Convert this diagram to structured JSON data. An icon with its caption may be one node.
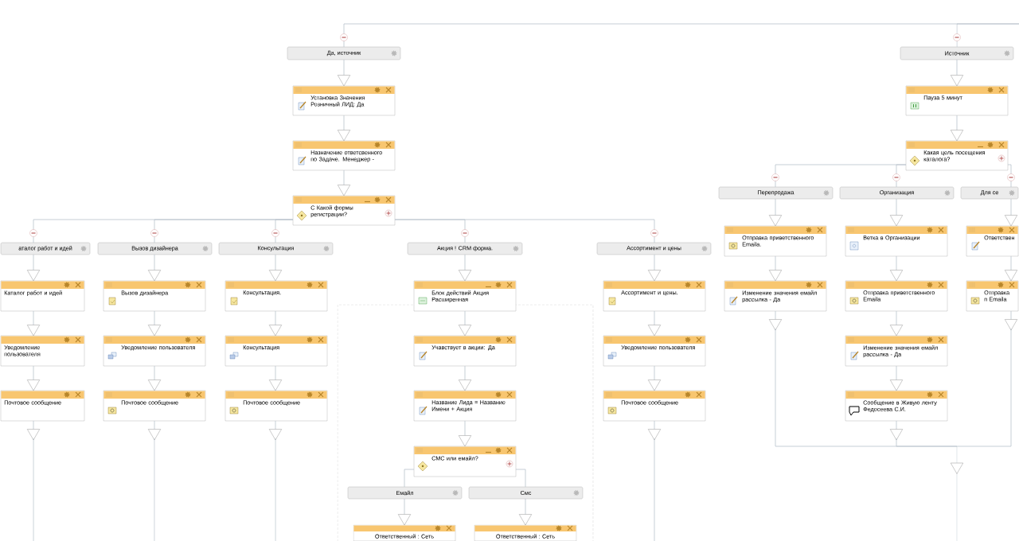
{
  "diagram": {
    "nodes": [
      {
        "text": [
          "Да, источник"
        ]
      },
      {
        "text": [
          "Установка Значения Розничный ЛИД: Да"
        ]
      },
      {
        "text": [
          "Назначение ответсвенного по Задаче. Менеджер -"
        ]
      },
      {
        "text": [
          "С Какой формы регистрации?"
        ]
      },
      {
        "text": [
          "аталог работ и идей"
        ]
      },
      {
        "text": [
          "Вызов дизайнера"
        ]
      },
      {
        "text": [
          "Консультация"
        ]
      },
      {
        "text": [
          "Акция ! CRM форма."
        ]
      },
      {
        "text": [
          "Ассортимент и цены"
        ]
      },
      {
        "text": [
          "Каталог работ и идей"
        ]
      },
      {
        "text": [
          "Уведомление пользователя"
        ]
      },
      {
        "text": [
          "Почтовое сообщение"
        ]
      },
      {
        "text": [
          "Вызов дизайнера"
        ]
      },
      {
        "text": [
          "Уведомление пользователя"
        ]
      },
      {
        "text": [
          "Почтовое сообщение"
        ]
      },
      {
        "text": [
          "Консультация."
        ]
      },
      {
        "text": [
          "Консультация"
        ]
      },
      {
        "text": [
          "Почтовое сообщение"
        ]
      },
      {
        "text": [
          "Блок действий Акция Расширенная"
        ]
      },
      {
        "text": [
          "Учавствует в акции: Да"
        ]
      },
      {
        "text": [
          "Название Лида = Название Имени + Акция"
        ]
      },
      {
        "text": [
          "СМС или емайл?"
        ]
      },
      {
        "text": [
          "Емайл"
        ]
      },
      {
        "text": [
          "Смс"
        ]
      },
      {
        "text": [
          "Ответственный : Сеть"
        ]
      },
      {
        "text": [
          "Ответственный : Сеть"
        ]
      },
      {
        "text": [
          "Ассортимент и цены."
        ]
      },
      {
        "text": [
          "Уведомление пользователя"
        ]
      },
      {
        "text": [
          "Почтовое сообщение"
        ]
      },
      {
        "text": [
          "Источник"
        ]
      },
      {
        "text": [
          "Пауза 5 минут"
        ]
      },
      {
        "text": [
          "Какая цель посещения каталога?"
        ]
      },
      {
        "text": [
          "Перепродажа"
        ]
      },
      {
        "text": [
          "Организация"
        ]
      },
      {
        "text": [
          "Для се"
        ]
      },
      {
        "text": [
          "Отправка приветственного Emaila."
        ]
      },
      {
        "text": [
          "Изменение значения емайл рассылка - Да"
        ]
      },
      {
        "text": [
          "Ветка в Организации"
        ]
      },
      {
        "text": [
          "Отправка приветственного Emaila"
        ]
      },
      {
        "text": [
          "Изменение значения емайл рассылка - Да"
        ]
      },
      {
        "text": [
          "Сообщение в Живую ленту Федосеева С.И."
        ]
      },
      {
        "text": [
          "Ответствен"
        ]
      },
      {
        "text": [
          "Отправка п Emaila"
        ]
      }
    ],
    "edges": [
      {
        "from": null,
        "to": 0,
        "arrow": "none"
      },
      {
        "from": null,
        "to": 29,
        "arrow": "none"
      },
      {
        "from": 0,
        "to": 1,
        "arrow": "to"
      },
      {
        "from": 1,
        "to": 2,
        "arrow": "to"
      },
      {
        "from": 2,
        "to": 3,
        "arrow": "to"
      },
      {
        "from": 3,
        "to": 4,
        "arrow": "none"
      },
      {
        "from": 3,
        "to": 5,
        "arrow": "none"
      },
      {
        "from": 3,
        "to": 6,
        "arrow": "none"
      },
      {
        "from": 3,
        "to": 7,
        "arrow": "none"
      },
      {
        "from": 3,
        "to": 8,
        "arrow": "none"
      },
      {
        "from": 4,
        "to": 9,
        "arrow": "to"
      },
      {
        "from": 9,
        "to": 10,
        "arrow": "to"
      },
      {
        "from": 10,
        "to": 11,
        "arrow": "to"
      },
      {
        "from": 11,
        "to": null,
        "arrow": "to"
      },
      {
        "from": 5,
        "to": 12,
        "arrow": "to"
      },
      {
        "from": 12,
        "to": 13,
        "arrow": "to"
      },
      {
        "from": 13,
        "to": 14,
        "arrow": "to"
      },
      {
        "from": 14,
        "to": null,
        "arrow": "to"
      },
      {
        "from": 6,
        "to": 15,
        "arrow": "to"
      },
      {
        "from": 15,
        "to": 16,
        "arrow": "to"
      },
      {
        "from": 16,
        "to": 17,
        "arrow": "to"
      },
      {
        "from": 17,
        "to": null,
        "arrow": "to"
      },
      {
        "from": 7,
        "to": 18,
        "arrow": "to"
      },
      {
        "from": 18,
        "to": 19,
        "arrow": "to"
      },
      {
        "from": 19,
        "to": 20,
        "arrow": "to"
      },
      {
        "from": 20,
        "to": 21,
        "arrow": "to"
      },
      {
        "from": 21,
        "to": 22,
        "arrow": "none"
      },
      {
        "from": 21,
        "to": 23,
        "arrow": "none"
      },
      {
        "from": 22,
        "to": 24,
        "arrow": "to"
      },
      {
        "from": 23,
        "to": 25,
        "arrow": "to"
      },
      {
        "from": 8,
        "to": 26,
        "arrow": "to"
      },
      {
        "from": 26,
        "to": 27,
        "arrow": "to"
      },
      {
        "from": 27,
        "to": 28,
        "arrow": "to"
      },
      {
        "from": 28,
        "to": null,
        "arrow": "to"
      },
      {
        "from": 29,
        "to": 30,
        "arrow": "to"
      },
      {
        "from": 30,
        "to": 31,
        "arrow": "to"
      },
      {
        "from": 31,
        "to": 32,
        "arrow": "none"
      },
      {
        "from": 31,
        "to": 33,
        "arrow": "none"
      },
      {
        "from": 31,
        "to": 34,
        "arrow": "none"
      },
      {
        "from": 32,
        "to": 35,
        "arrow": "to"
      },
      {
        "from": 35,
        "to": 36,
        "arrow": "to"
      },
      {
        "from": 36,
        "to": null,
        "arrow": "to"
      },
      {
        "from": 33,
        "to": 37,
        "arrow": "to"
      },
      {
        "from": 37,
        "to": 38,
        "arrow": "to"
      },
      {
        "from": 38,
        "to": 39,
        "arrow": "to"
      },
      {
        "from": 39,
        "to": 40,
        "arrow": "to"
      },
      {
        "from": 40,
        "to": null,
        "arrow": "to"
      },
      {
        "from": 34,
        "to": 41,
        "arrow": "to"
      },
      {
        "from": 41,
        "to": 42,
        "arrow": "to"
      },
      {
        "from": 42,
        "to": null,
        "arrow": "to"
      }
    ]
  }
}
